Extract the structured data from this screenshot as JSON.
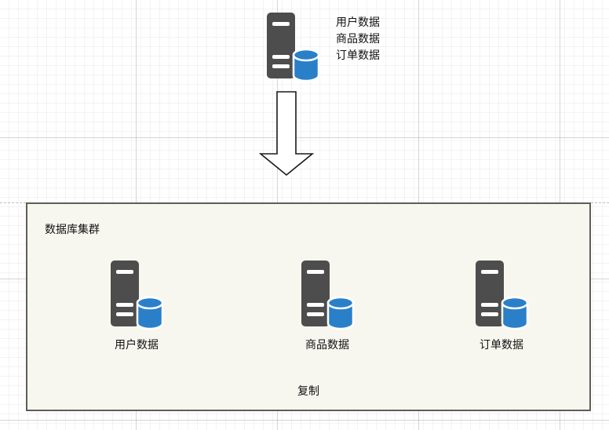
{
  "diagram": {
    "title_text": "数据库集群",
    "footer_text": "复制",
    "source": {
      "icon": "server-database-icon",
      "labels": [
        "用户数据",
        "商品数据",
        "订单数据"
      ]
    },
    "arrow": {
      "icon": "down-block-arrow-icon",
      "direction": "down"
    },
    "nodes": [
      {
        "icon": "server-database-icon",
        "label": "用户数据"
      },
      {
        "icon": "server-database-icon",
        "label": "商品数据"
      },
      {
        "icon": "server-database-icon",
        "label": "订单数据"
      }
    ],
    "colors": {
      "server": "#4d4d4d",
      "database": "#2a7fc9",
      "box_fill": "#f8f7ef",
      "box_border": "#5e5e58",
      "arrow_fill": "#ffffff",
      "arrow_stroke": "#1a1a1a",
      "text": "#111111",
      "guide": "#b8b8b0"
    }
  }
}
